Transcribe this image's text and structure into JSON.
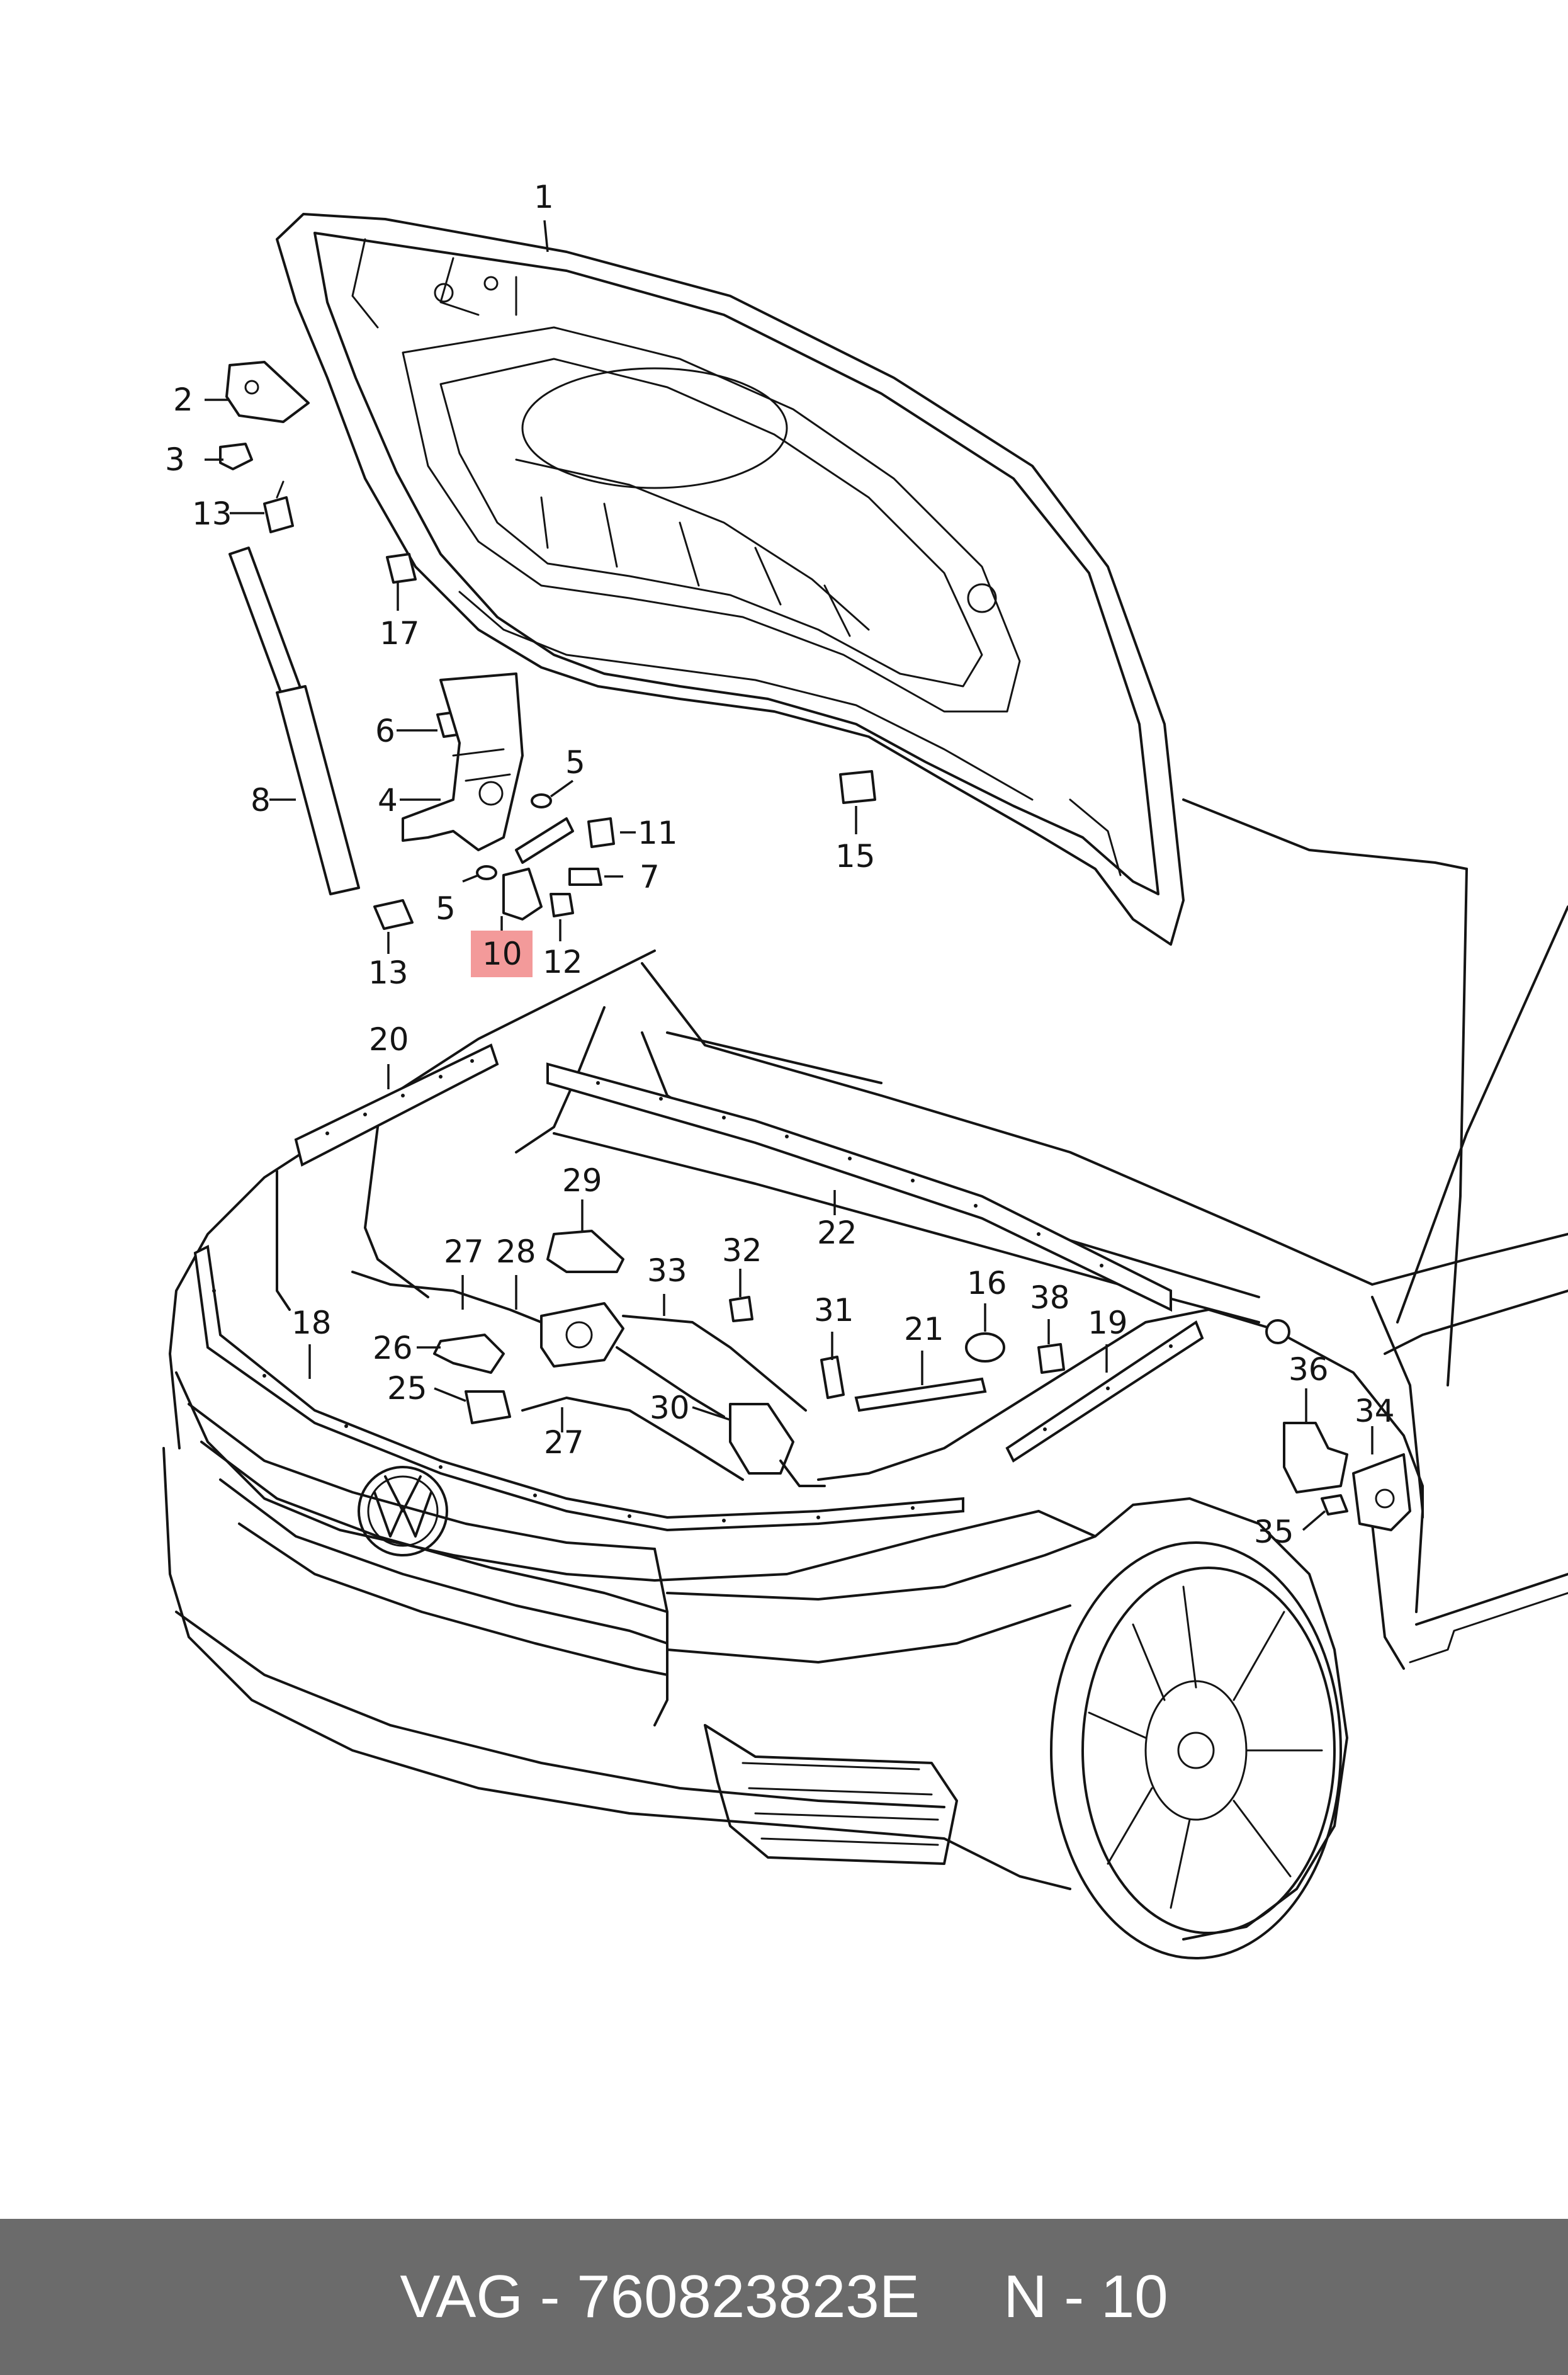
{
  "diagram": {
    "callouts": [
      {
        "id": "1",
        "label": "1"
      },
      {
        "id": "2",
        "label": "2"
      },
      {
        "id": "3",
        "label": "3"
      },
      {
        "id": "13a",
        "label": "13"
      },
      {
        "id": "17",
        "label": "17"
      },
      {
        "id": "6",
        "label": "6"
      },
      {
        "id": "8",
        "label": "8"
      },
      {
        "id": "4",
        "label": "4"
      },
      {
        "id": "5a",
        "label": "5"
      },
      {
        "id": "11",
        "label": "11"
      },
      {
        "id": "7",
        "label": "7"
      },
      {
        "id": "5b",
        "label": "5"
      },
      {
        "id": "10",
        "label": "10",
        "highlighted": true
      },
      {
        "id": "12",
        "label": "12"
      },
      {
        "id": "13b",
        "label": "13"
      },
      {
        "id": "15",
        "label": "15"
      },
      {
        "id": "20",
        "label": "20"
      },
      {
        "id": "22",
        "label": "22"
      },
      {
        "id": "29",
        "label": "29"
      },
      {
        "id": "27a",
        "label": "27"
      },
      {
        "id": "28",
        "label": "28"
      },
      {
        "id": "33",
        "label": "33"
      },
      {
        "id": "32",
        "label": "32"
      },
      {
        "id": "16",
        "label": "16"
      },
      {
        "id": "38",
        "label": "38"
      },
      {
        "id": "18",
        "label": "18"
      },
      {
        "id": "31",
        "label": "31"
      },
      {
        "id": "21",
        "label": "21"
      },
      {
        "id": "19",
        "label": "19"
      },
      {
        "id": "26",
        "label": "26"
      },
      {
        "id": "25",
        "label": "25"
      },
      {
        "id": "30",
        "label": "30"
      },
      {
        "id": "27b",
        "label": "27"
      },
      {
        "id": "36",
        "label": "36"
      },
      {
        "id": "34",
        "label": "34"
      },
      {
        "id": "35",
        "label": "35"
      }
    ],
    "highlight_color": "#f39a9a"
  },
  "footer": {
    "brand": "VAG",
    "separator": " - ",
    "part_number": "760823823E",
    "gap": "     ",
    "position_label": "N - 10"
  },
  "colors": {
    "footer_bg": "#6b6b6b",
    "footer_text": "#ffffff",
    "line": "#141414"
  }
}
